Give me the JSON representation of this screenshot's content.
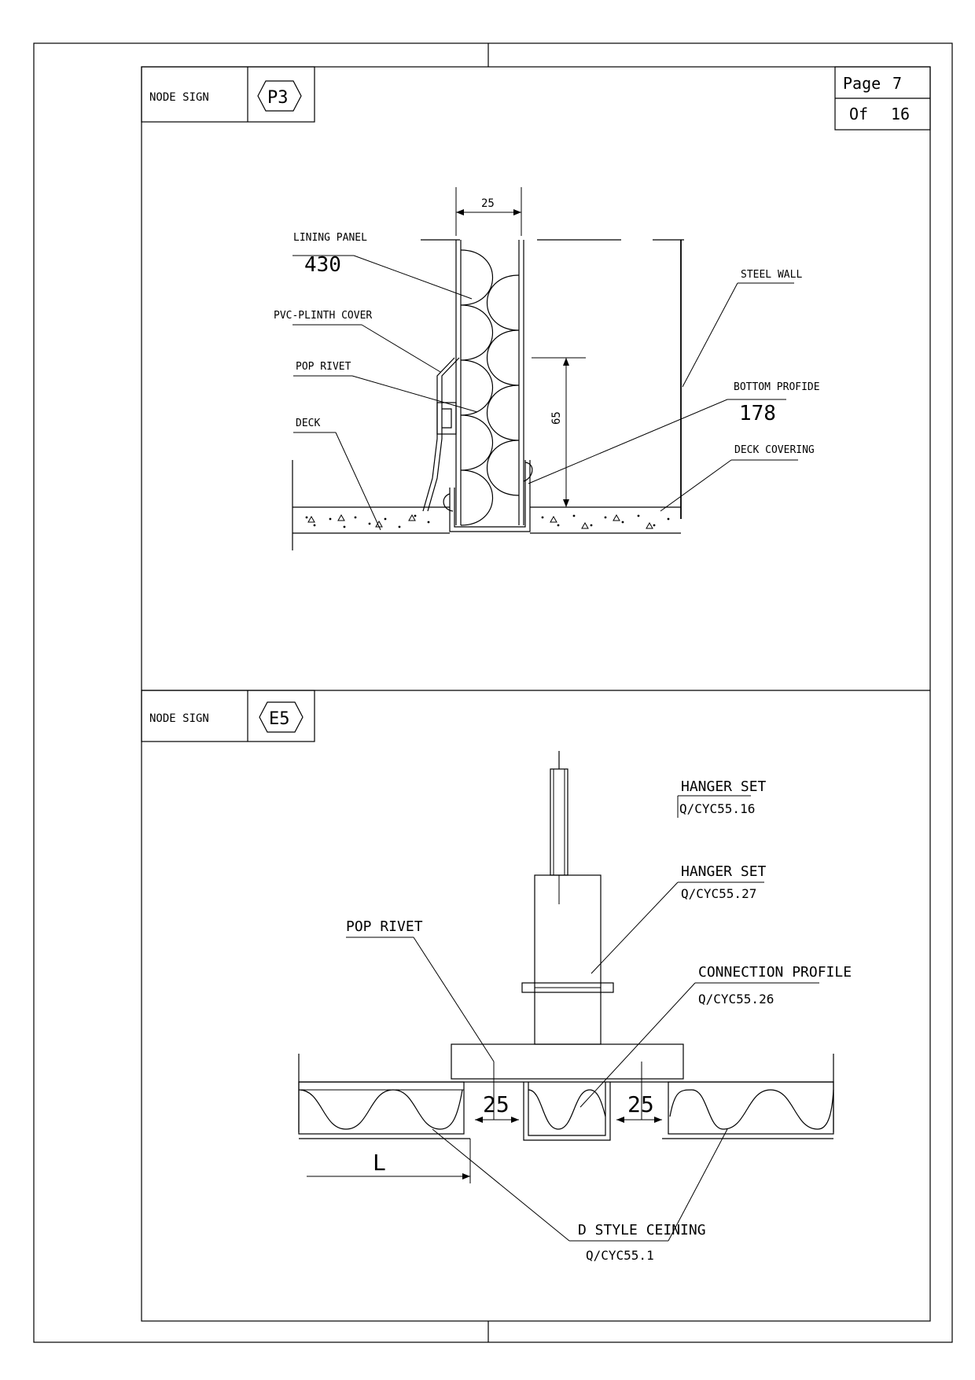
{
  "page_box": {
    "page_label": "Page",
    "page_number": "7",
    "of_label": "Of",
    "total_pages": "16"
  },
  "node_p3": {
    "node_sign_label": "NODE SIGN",
    "node_id": "P3",
    "dim_top": "25",
    "dim_height": "65",
    "lining_panel_label": "LINING PANEL",
    "lining_panel_code": "430",
    "pvc_plinth_label": "PVC-PLINTH COVER",
    "pop_rivet_label": "POP RIVET",
    "deck_label": "DECK",
    "steel_wall_label": "STEEL WALL",
    "bottom_profile_label": "BOTTOM PROFIDE",
    "bottom_profile_code": "178",
    "deck_covering_label": "DECK COVERING"
  },
  "node_e5": {
    "node_sign_label": "NODE SIGN",
    "node_id": "E5",
    "hanger_set_1_label": "HANGER SET",
    "hanger_set_1_code": "Q/CYC55.16",
    "hanger_set_2_label": "HANGER SET",
    "hanger_set_2_code": "Q/CYC55.27",
    "pop_rivet_label": "POP RIVET",
    "connection_profile_label": "CONNECTION PROFILE",
    "connection_profile_code": "Q/CYC55.26",
    "gap_left": "25",
    "gap_right": "25",
    "length_label": "L",
    "ceiling_label": "D STYLE CEINING",
    "ceiling_code": "Q/CYC55.1"
  }
}
